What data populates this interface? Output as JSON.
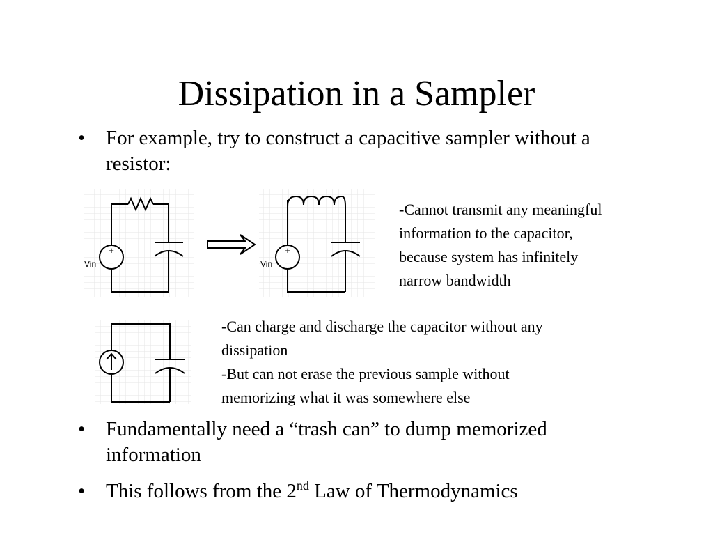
{
  "title": "Dissipation in a Sampler",
  "bullets": [
    {
      "text": "For example, try to construct a capacitive sampler without a resistor:"
    },
    {
      "text": "Fundamentally need a “trash can” to dump memorized information"
    },
    {
      "text_before": "This follows from the 2",
      "sup": "nd",
      "text_after": " Law of Thermodynamics"
    }
  ],
  "bullet_symbol": "•",
  "notes": {
    "inductor_note": "-Cannot transmit any meaningful\ninformation to the capacitor,\nbecause system has infinitely\nnarrow bandwidth",
    "current_source_note_1": "-Can charge and discharge the capacitor without any\ndissipation",
    "current_source_note_2": "-But can not erase the previous sample without\nmemorizing what it was somewhere else"
  },
  "diagram_labels": {
    "vin_left": "Vin",
    "vin_right": "Vin",
    "plus": "+",
    "minus": "−"
  },
  "icons": {
    "arrow": "double-arrow-right-icon",
    "current_source": "current-source-up-arrow-icon"
  }
}
